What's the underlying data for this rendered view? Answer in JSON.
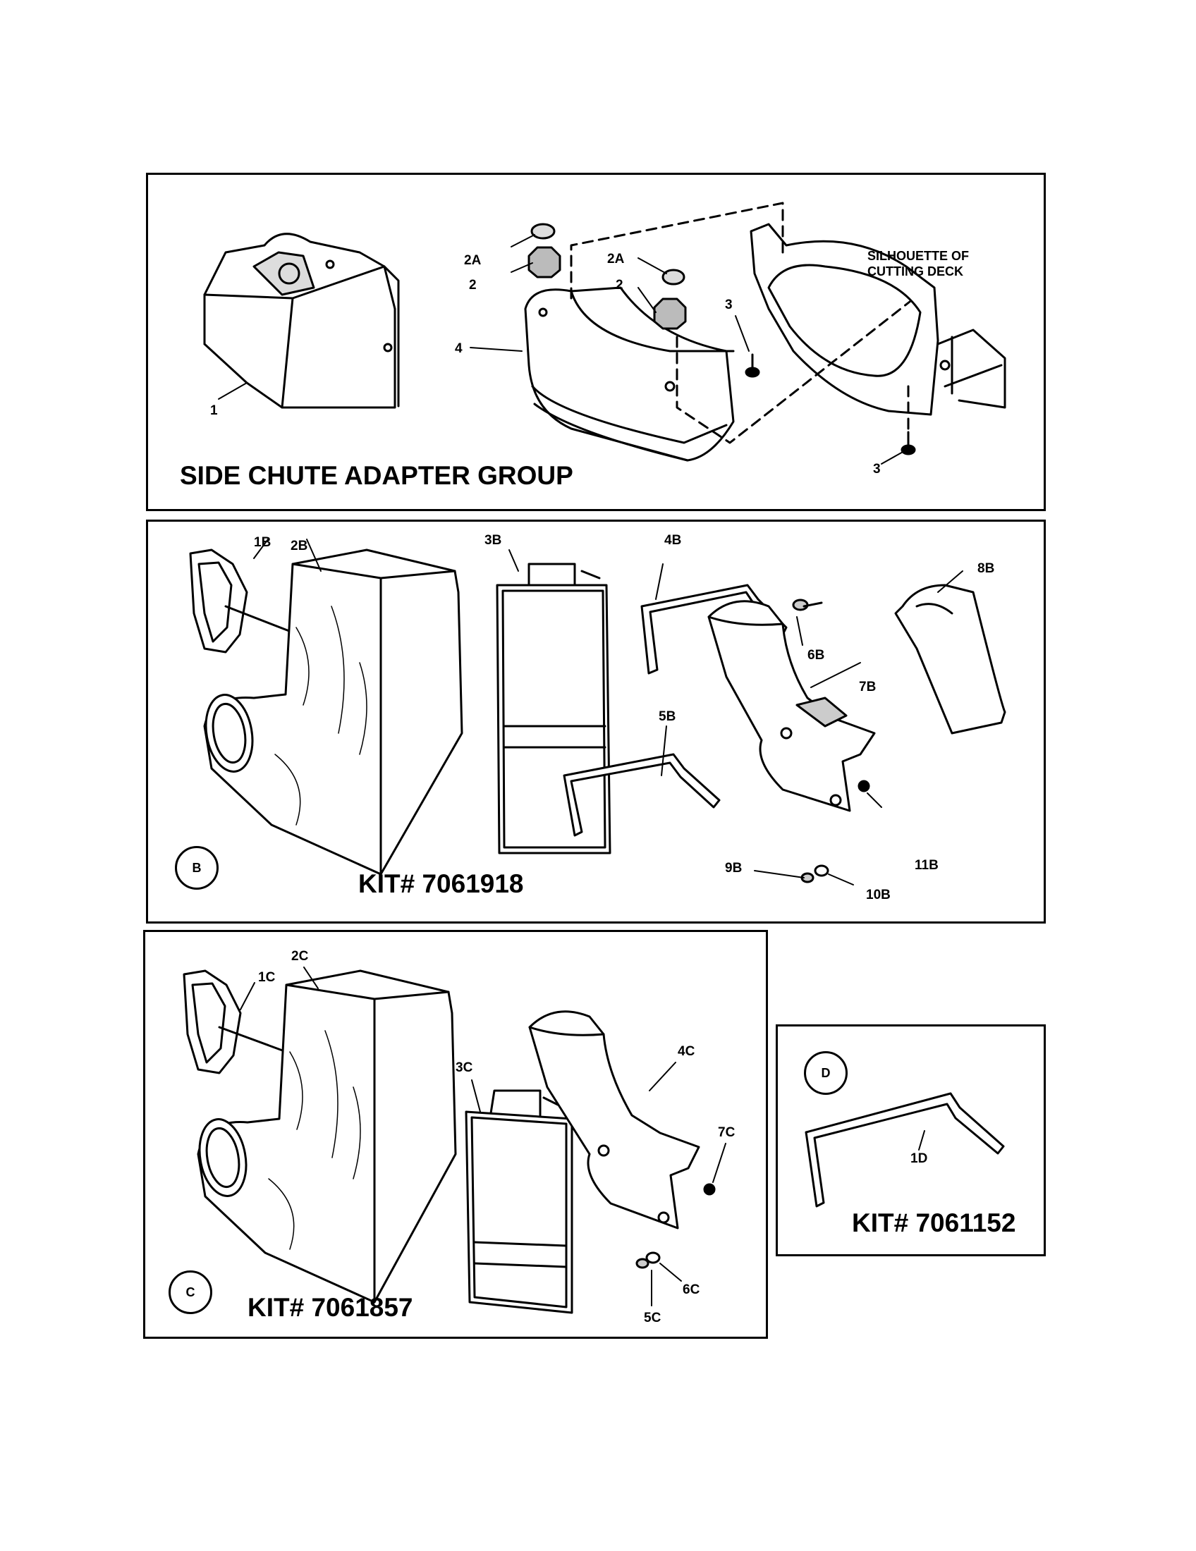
{
  "panel_a": {
    "title": "SIDE CHUTE ADAPTER GROUP",
    "note_line1": "SILHOUETTE OF",
    "note_line2": "CUTTING DECK",
    "callouts": {
      "c1": "1",
      "c2a_left": "2A",
      "c2_left": "2",
      "c2a_right": "2A",
      "c2_right": "2",
      "c3_top": "3",
      "c3_bottom": "3",
      "c4": "4"
    }
  },
  "panel_b": {
    "badge": "B",
    "kit": "KIT# 7061918",
    "callouts": {
      "c1b": "1B",
      "c2b": "2B",
      "c3b": "3B",
      "c4b": "4B",
      "c5b": "5B",
      "c6b": "6B",
      "c7b": "7B",
      "c8b": "8B",
      "c9b": "9B",
      "c10b": "10B",
      "c11b": "11B"
    }
  },
  "panel_c": {
    "badge": "C",
    "kit": "KIT# 7061857",
    "callouts": {
      "c1c": "1C",
      "c2c": "2C",
      "c3c": "3C",
      "c4c": "4C",
      "c5c": "5C",
      "c6c": "6C",
      "c7c": "7C"
    }
  },
  "panel_d": {
    "badge": "D",
    "kit": "KIT# 7061152",
    "callouts": {
      "c1d": "1D"
    }
  },
  "colors": {
    "ink": "#000000",
    "paper": "#ffffff",
    "shade": "#e6e6e6"
  }
}
